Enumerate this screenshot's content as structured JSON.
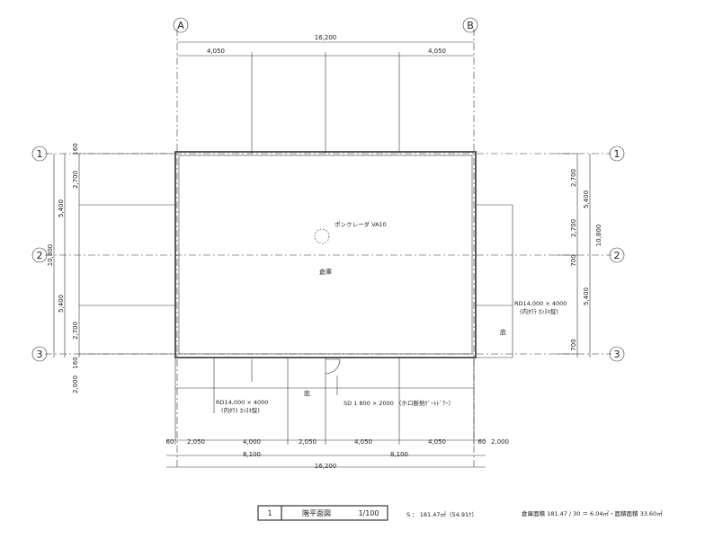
{
  "grid": {
    "col_a": "A",
    "col_b": "B",
    "row_1": "1",
    "row_2": "2",
    "row_3": "3"
  },
  "dims_top": {
    "overall": "16,200",
    "left": "4,050",
    "right": "4,050"
  },
  "dims_left": {
    "top_small": "160",
    "span_1_2": "5,400",
    "overall": "10,800",
    "upper": "2,700",
    "span_2_3": "5,400",
    "lower": "2,700",
    "bottom_small": "160",
    "annex": "2,000"
  },
  "dims_right": {
    "upper": "2,700",
    "span_1_2": "5,400",
    "mid_a": "2,700",
    "overall": "10,800",
    "small_1": "700",
    "span_2_3": "5,400",
    "small_2": "700"
  },
  "dims_bottom": {
    "left_small": "60",
    "seg_1": "2,050",
    "seg_2": "4,000",
    "seg_3": "2,050",
    "seg_4": "4,050",
    "seg_5": "4,050",
    "right_small": "60",
    "right_extra": "2,000",
    "half_left": "8,100",
    "half_right": "8,100",
    "overall": "16,200"
  },
  "labels": {
    "warehouse": "倉庫",
    "pump": "ポンクレーダ VA10",
    "eave_bottom": "庇",
    "eave_right": "庇",
    "door_left": "RD14,000 × 4000",
    "door_left_sub": "(内ﾀﾜﾗ ｶﾝﾇｷ錠)",
    "door_right": "RD14,000 × 4000",
    "door_right_sub": "(内ﾀﾜﾗ ｶﾝﾇｷ錠)",
    "door_small": "SD 1 800 × 2000 （ホロ断熱ｹﾞｰﾄﾄﾞｱｰ）"
  },
  "title_block": {
    "number": "1",
    "name": "階平面図",
    "scale": "1/100"
  },
  "footer": {
    "area": "S ： 181.47㎡（54.91ｹ）",
    "note": "倉庫面積  181.47 / 30 ＝ 6.04㎡・面積面積 33.60㎡"
  }
}
